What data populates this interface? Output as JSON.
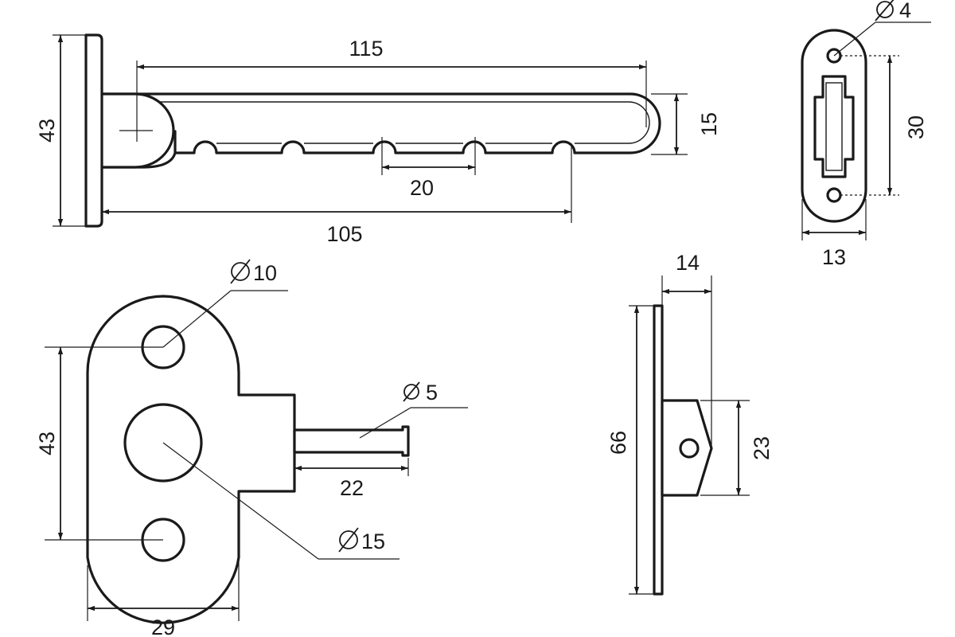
{
  "views": {
    "bracket_top": {
      "dim_total_length": "115",
      "dim_height": "43",
      "dim_arm_width": "15",
      "dim_notch_pitch": "20",
      "dim_last_notch": "105"
    },
    "plate_side": {
      "dim_hole": "4",
      "dim_hole_spacing": "30",
      "dim_width": "13"
    },
    "base_front": {
      "dim_small_hole": "10",
      "dim_pin": "5",
      "dim_pin_length": "22",
      "dim_large_hole": "15",
      "dim_hole_spacing": "43",
      "dim_width": "29"
    },
    "base_side": {
      "dim_depth": "14",
      "dim_height": "66",
      "dim_lug": "23"
    }
  }
}
